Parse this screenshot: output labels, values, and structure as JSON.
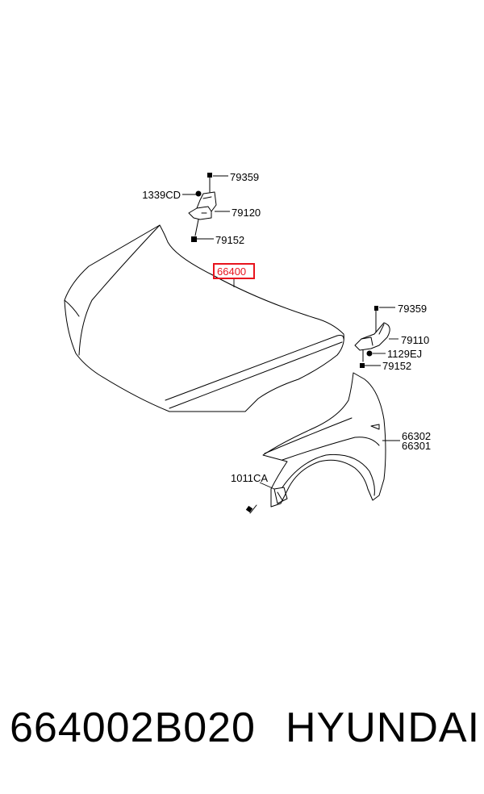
{
  "diagram": {
    "labels": {
      "l79359a": "79359",
      "l1339cd": "1339CD",
      "l79120": "79120",
      "l79152a": "79152",
      "l66400": "66400",
      "l79359b": "79359",
      "l79110": "79110",
      "l1129ej": "1129EJ",
      "l79152b": "79152",
      "l66302": "66302",
      "l66301": "66301",
      "l1011ca": "1011CA"
    },
    "highlight_color": "#e8141d"
  },
  "caption": {
    "part_number": "664002B020",
    "brand": "HYUNDAI"
  }
}
